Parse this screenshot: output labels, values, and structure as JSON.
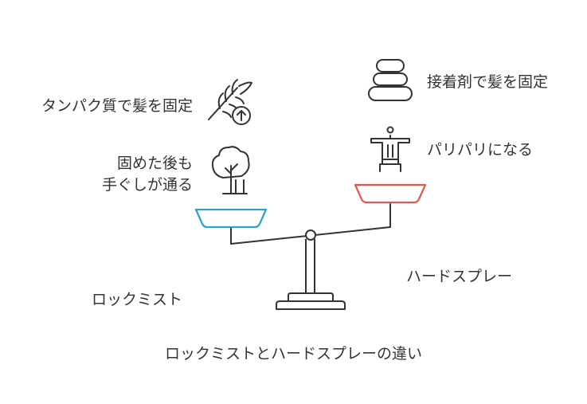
{
  "left": {
    "top_label": "タンパク質で髪を固定",
    "mid_label_line1": "固めた後も",
    "mid_label_line2": "手ぐしが通る",
    "name": "ロックミスト",
    "top_icon": "wheat-up-arrow-icon",
    "mid_icon": "tree-icon",
    "pan_color": "#2aa3c9"
  },
  "right": {
    "top_label": "接着剤で髪を固定",
    "mid_label": "パリパリになる",
    "name": "ハードスプレー",
    "top_icon": "stacked-stones-icon",
    "mid_icon": "statue-icon",
    "pan_color": "#e05a52"
  },
  "title": "ロックミストとハードスプレーの違い"
}
